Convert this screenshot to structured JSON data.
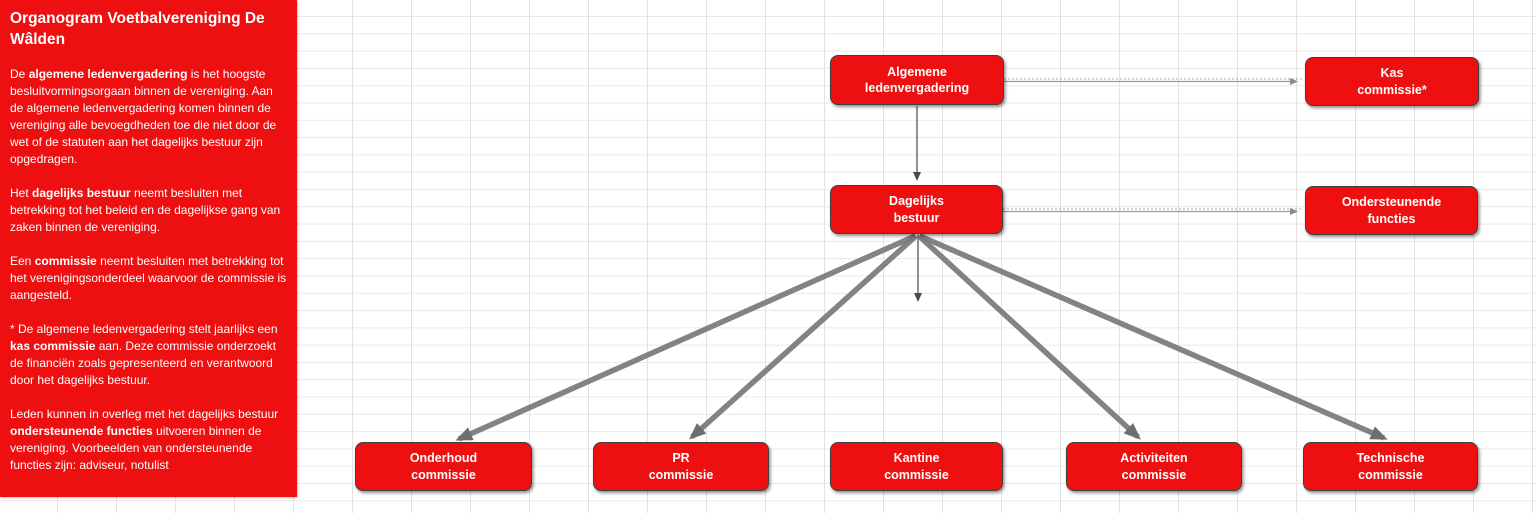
{
  "panel": {
    "title": "Organogram Voetbalvereniging De Wâlden",
    "paragraphs": [
      [
        {
          "t": "De ",
          "b": false
        },
        {
          "t": "algemene ledenvergadering",
          "b": true
        },
        {
          "t": " is het hoogste besluitvormingsorgaan binnen de vereniging. Aan de algemene ledenvergadering komen binnen de vereniging alle bevoegdheden toe die niet door de wet of de statuten aan het dagelijks bestuur zijn opgedragen.",
          "b": false
        }
      ],
      [
        {
          "t": "Het ",
          "b": false
        },
        {
          "t": "dagelijks bestuur",
          "b": true
        },
        {
          "t": " neemt besluiten met betrekking tot het beleid en de dagelijkse gang van zaken binnen de vereniging.",
          "b": false
        }
      ],
      [
        {
          "t": "Een ",
          "b": false
        },
        {
          "t": "commissie",
          "b": true
        },
        {
          "t": " neemt besluiten met betrekking tot het verenigingsonderdeel waarvoor de commissie is aangesteld.",
          "b": false
        }
      ],
      [
        {
          "t": "* De algemene ledenvergadering stelt jaarlijks een ",
          "b": false
        },
        {
          "t": "kas commissie",
          "b": true
        },
        {
          "t": " aan. Deze commissie onderzoekt de financiën zoals gepresenteerd en verantwoord door het dagelijks bestuur.",
          "b": false
        }
      ],
      [
        {
          "t": "Leden kunnen in overleg met het dagelijks bestuur ",
          "b": false
        },
        {
          "t": "ondersteunende functies",
          "b": true
        },
        {
          "t": " uitvoeren binnen de vereniging. Voorbeelden van ondersteunende functies zijn: adviseur, notulist",
          "b": false
        }
      ]
    ]
  },
  "chart": {
    "type": "org-chart",
    "nodes": [
      {
        "id": "algemene-ledenvergadering",
        "label": "Algemene\nledenvergadering"
      },
      {
        "id": "kas-commissie",
        "label": "Kas\ncommissie*"
      },
      {
        "id": "dagelijks-bestuur",
        "label": "Dagelijks\nbestuur"
      },
      {
        "id": "ondersteunende-functies",
        "label": "Ondersteunende\nfuncties"
      },
      {
        "id": "onderhoud-commissie",
        "label": "Onderhoud\ncommissie"
      },
      {
        "id": "pr-commissie",
        "label": "PR\ncommissie"
      },
      {
        "id": "kantine-commissie",
        "label": "Kantine\ncommissie"
      },
      {
        "id": "activiteiten-commissie",
        "label": "Activiteiten\ncommissie"
      },
      {
        "id": "technische-commissie",
        "label": "Technische\ncommissie"
      }
    ],
    "edges": [
      {
        "from": "algemene-ledenvergadering",
        "to": "kas-commissie",
        "type": "double-line"
      },
      {
        "from": "algemene-ledenvergadering",
        "to": "dagelijks-bestuur",
        "type": "thin-arrow"
      },
      {
        "from": "dagelijks-bestuur",
        "to": "ondersteunende-functies",
        "type": "double-line"
      },
      {
        "from": "dagelijks-bestuur",
        "to": "onderhoud-commissie",
        "type": "thick-arrow"
      },
      {
        "from": "dagelijks-bestuur",
        "to": "pr-commissie",
        "type": "thick-arrow"
      },
      {
        "from": "dagelijks-bestuur",
        "to": "kantine-commissie",
        "type": "short-thin-arrow"
      },
      {
        "from": "dagelijks-bestuur",
        "to": "activiteiten-commissie",
        "type": "thick-arrow"
      },
      {
        "from": "dagelijks-bestuur",
        "to": "technische-commissie",
        "type": "thick-arrow"
      }
    ]
  },
  "colors": {
    "shape_red": "#ee1010",
    "thick_arrow_gray": "#787878",
    "thin_line_gray": "#4a4a4a",
    "double_line_gray": "#9a9a9a",
    "grid_line": "#e2e2e2"
  }
}
